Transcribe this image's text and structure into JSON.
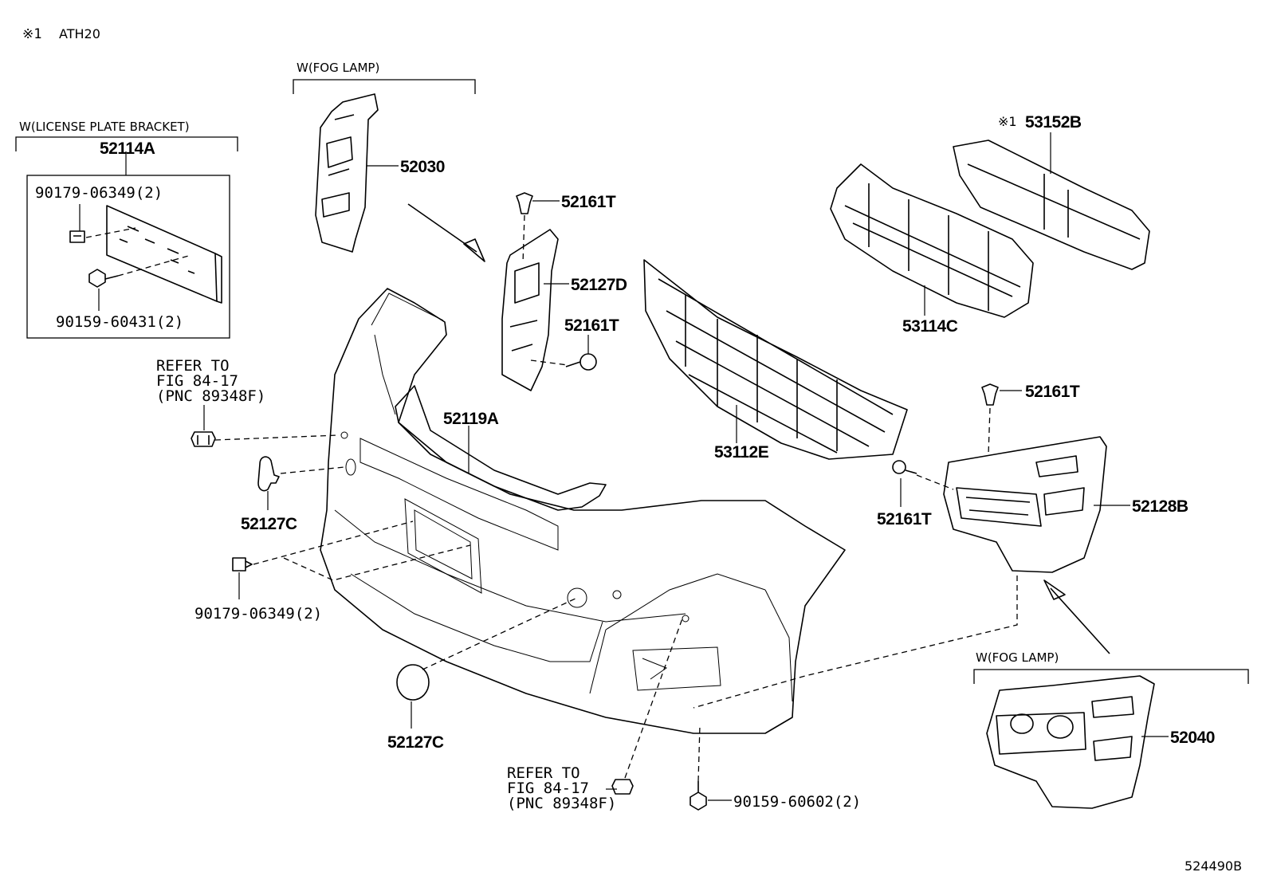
{
  "header": {
    "note_marker": "※1",
    "note_text": "ATH20"
  },
  "groups": {
    "license": {
      "title": "W(LICENSE PLATE BRACKET)",
      "pn": "52114A",
      "screw1": "90179-06349(2)",
      "screw2": "90159-60431(2)"
    },
    "fog_upper": {
      "title": "W(FOG LAMP)"
    },
    "fog_lower": {
      "title": "W(FOG LAMP)"
    }
  },
  "parts": {
    "p52030": "52030",
    "p52161T_a": "52161T",
    "p52127D": "52127D",
    "p52161T_b": "52161T",
    "p52119A": "52119A",
    "p53112E": "53112E",
    "p53114C": "53114C",
    "p53152B_marker": "※1",
    "p53152B": "53152B",
    "p52161T_c": "52161T",
    "p52161T_d": "52161T",
    "p52128B": "52128B",
    "p52040": "52040",
    "p52127C_a": "52127C",
    "p52127C_b": "52127C",
    "p90179": "90179-06349(2)",
    "p90159_b": "90159-60602(2)"
  },
  "refer_left": {
    "line1": "REFER TO",
    "line2": "FIG 84-17",
    "line3": "(PNC 89348F)"
  },
  "refer_bottom": {
    "line1": "REFER TO",
    "line2": "FIG 84-17",
    "line3": "(PNC 89348F)"
  },
  "footer": {
    "diagram_id": "524490B"
  }
}
